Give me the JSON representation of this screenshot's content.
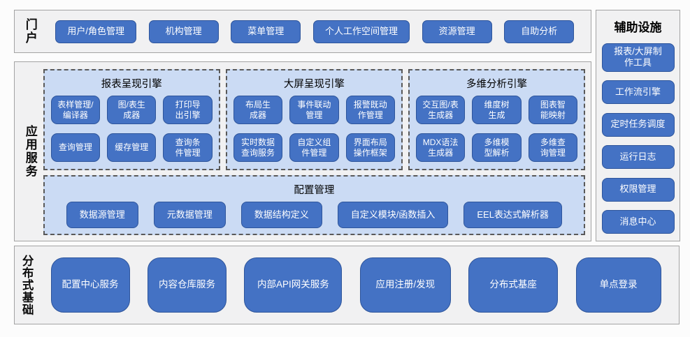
{
  "colors": {
    "node_fill": "#4472c4",
    "node_border": "#2e559b",
    "node_text": "#ffffff",
    "panel_fill": "#cbdbf4",
    "panel_dash_border": "#595959",
    "section_fill": "#f1f1f2",
    "section_border": "#a3a3a3"
  },
  "portal": {
    "label": "门户",
    "items": [
      "用户/角色管理",
      "机构管理",
      "菜单管理",
      "个人工作空间管理",
      "资源管理",
      "自助分析"
    ]
  },
  "app_services": {
    "label": "应用服务",
    "engines": [
      {
        "title": "报表呈现引擎",
        "items": [
          "表样管理/\n编译器",
          "图/表生\n成器",
          "打印导\n出引擎",
          "查询管理",
          "缓存管理",
          "查询条\n件管理"
        ]
      },
      {
        "title": "大屏呈现引擎",
        "items": [
          "布局生\n成器",
          "事件联动\n管理",
          "报警既动\n作管理",
          "实时数据\n查询服务",
          "自定义组\n件管理",
          "界面布局\n操作框架"
        ]
      },
      {
        "title": "多维分析引擎",
        "items": [
          "交互图/表\n生成器",
          "维度树\n生成",
          "图表智\n能映射",
          "MDX语法\n生成器",
          "多维模\n型解析",
          "多维查\n询管理"
        ]
      }
    ],
    "config": {
      "title": "配置管理",
      "items": [
        "数据源管理",
        "元数据管理",
        "数据结构定义",
        "自定义模块/函数插入",
        "EEL表达式解析器"
      ]
    }
  },
  "aux": {
    "title": "辅助设施",
    "items": [
      "报表/大屏制\n作工具",
      "工作流引擎",
      "定时任务调度",
      "运行日志",
      "权限管理",
      "消息中心"
    ]
  },
  "distributed": {
    "label": "分布式基础",
    "items": [
      "配置中心服务",
      "内容仓库服务",
      "内部API网关服务",
      "应用注册/发现",
      "分布式基座",
      "单点登录"
    ]
  }
}
